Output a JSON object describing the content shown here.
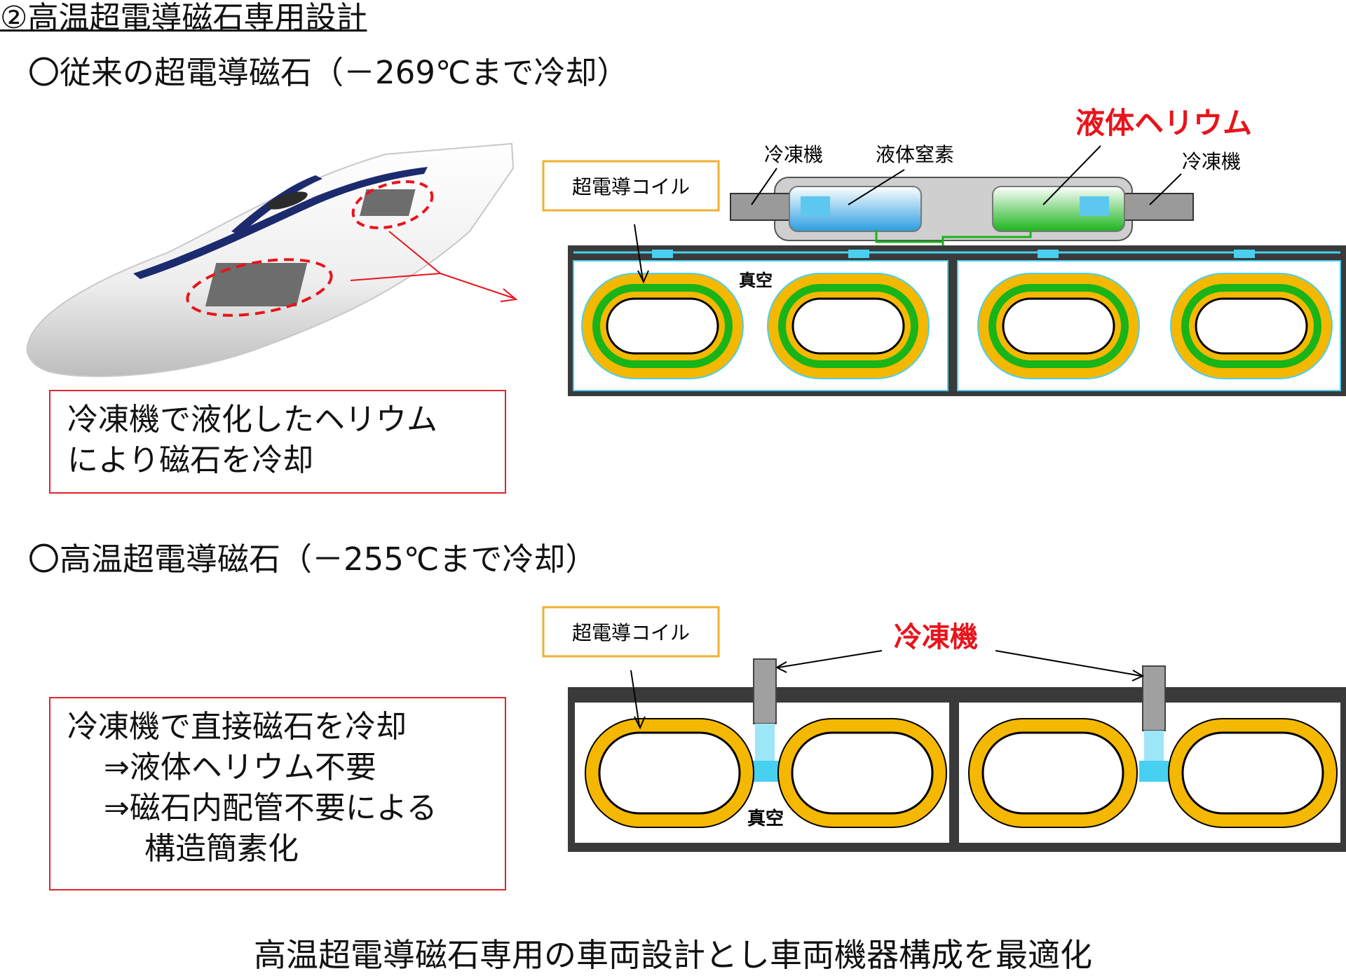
{
  "page_title": "②高温超電導磁石専用設計",
  "section_conventional": {
    "heading": "〇従来の超電導磁石（－269℃まで冷却）",
    "note_lines": [
      "冷凍機で液化したヘリウム",
      "により磁石を冷却"
    ],
    "diagram": {
      "label_coil": "超電導コイル",
      "label_refrigerator_left": "冷凍機",
      "label_liquid_nitrogen": "液体窒素",
      "label_refrigerator_right": "冷凍機",
      "label_liquid_helium": "液体ヘリウム",
      "label_vacuum": "真空"
    }
  },
  "section_hts": {
    "heading": "〇高温超電導磁石（－255℃まで冷却）",
    "note_lines": [
      "冷凍機で直接磁石を冷却",
      "⇒液体ヘリウム不要",
      "⇒磁石内配管不要による",
      "構造簡素化"
    ],
    "diagram": {
      "label_coil": "超電導コイル",
      "label_refrigerator": "冷凍機",
      "label_vacuum": "真空"
    }
  },
  "footer": "高温超電導磁石専用の車両設計とし車両機器構成を最適化",
  "colors": {
    "coil_gold": "#F5B800",
    "coil_green": "#18B418",
    "cyan": "#48D0F0",
    "highlight_red": "#E8141C",
    "label_border": "#F0B030",
    "box_border": "#E2232A"
  }
}
